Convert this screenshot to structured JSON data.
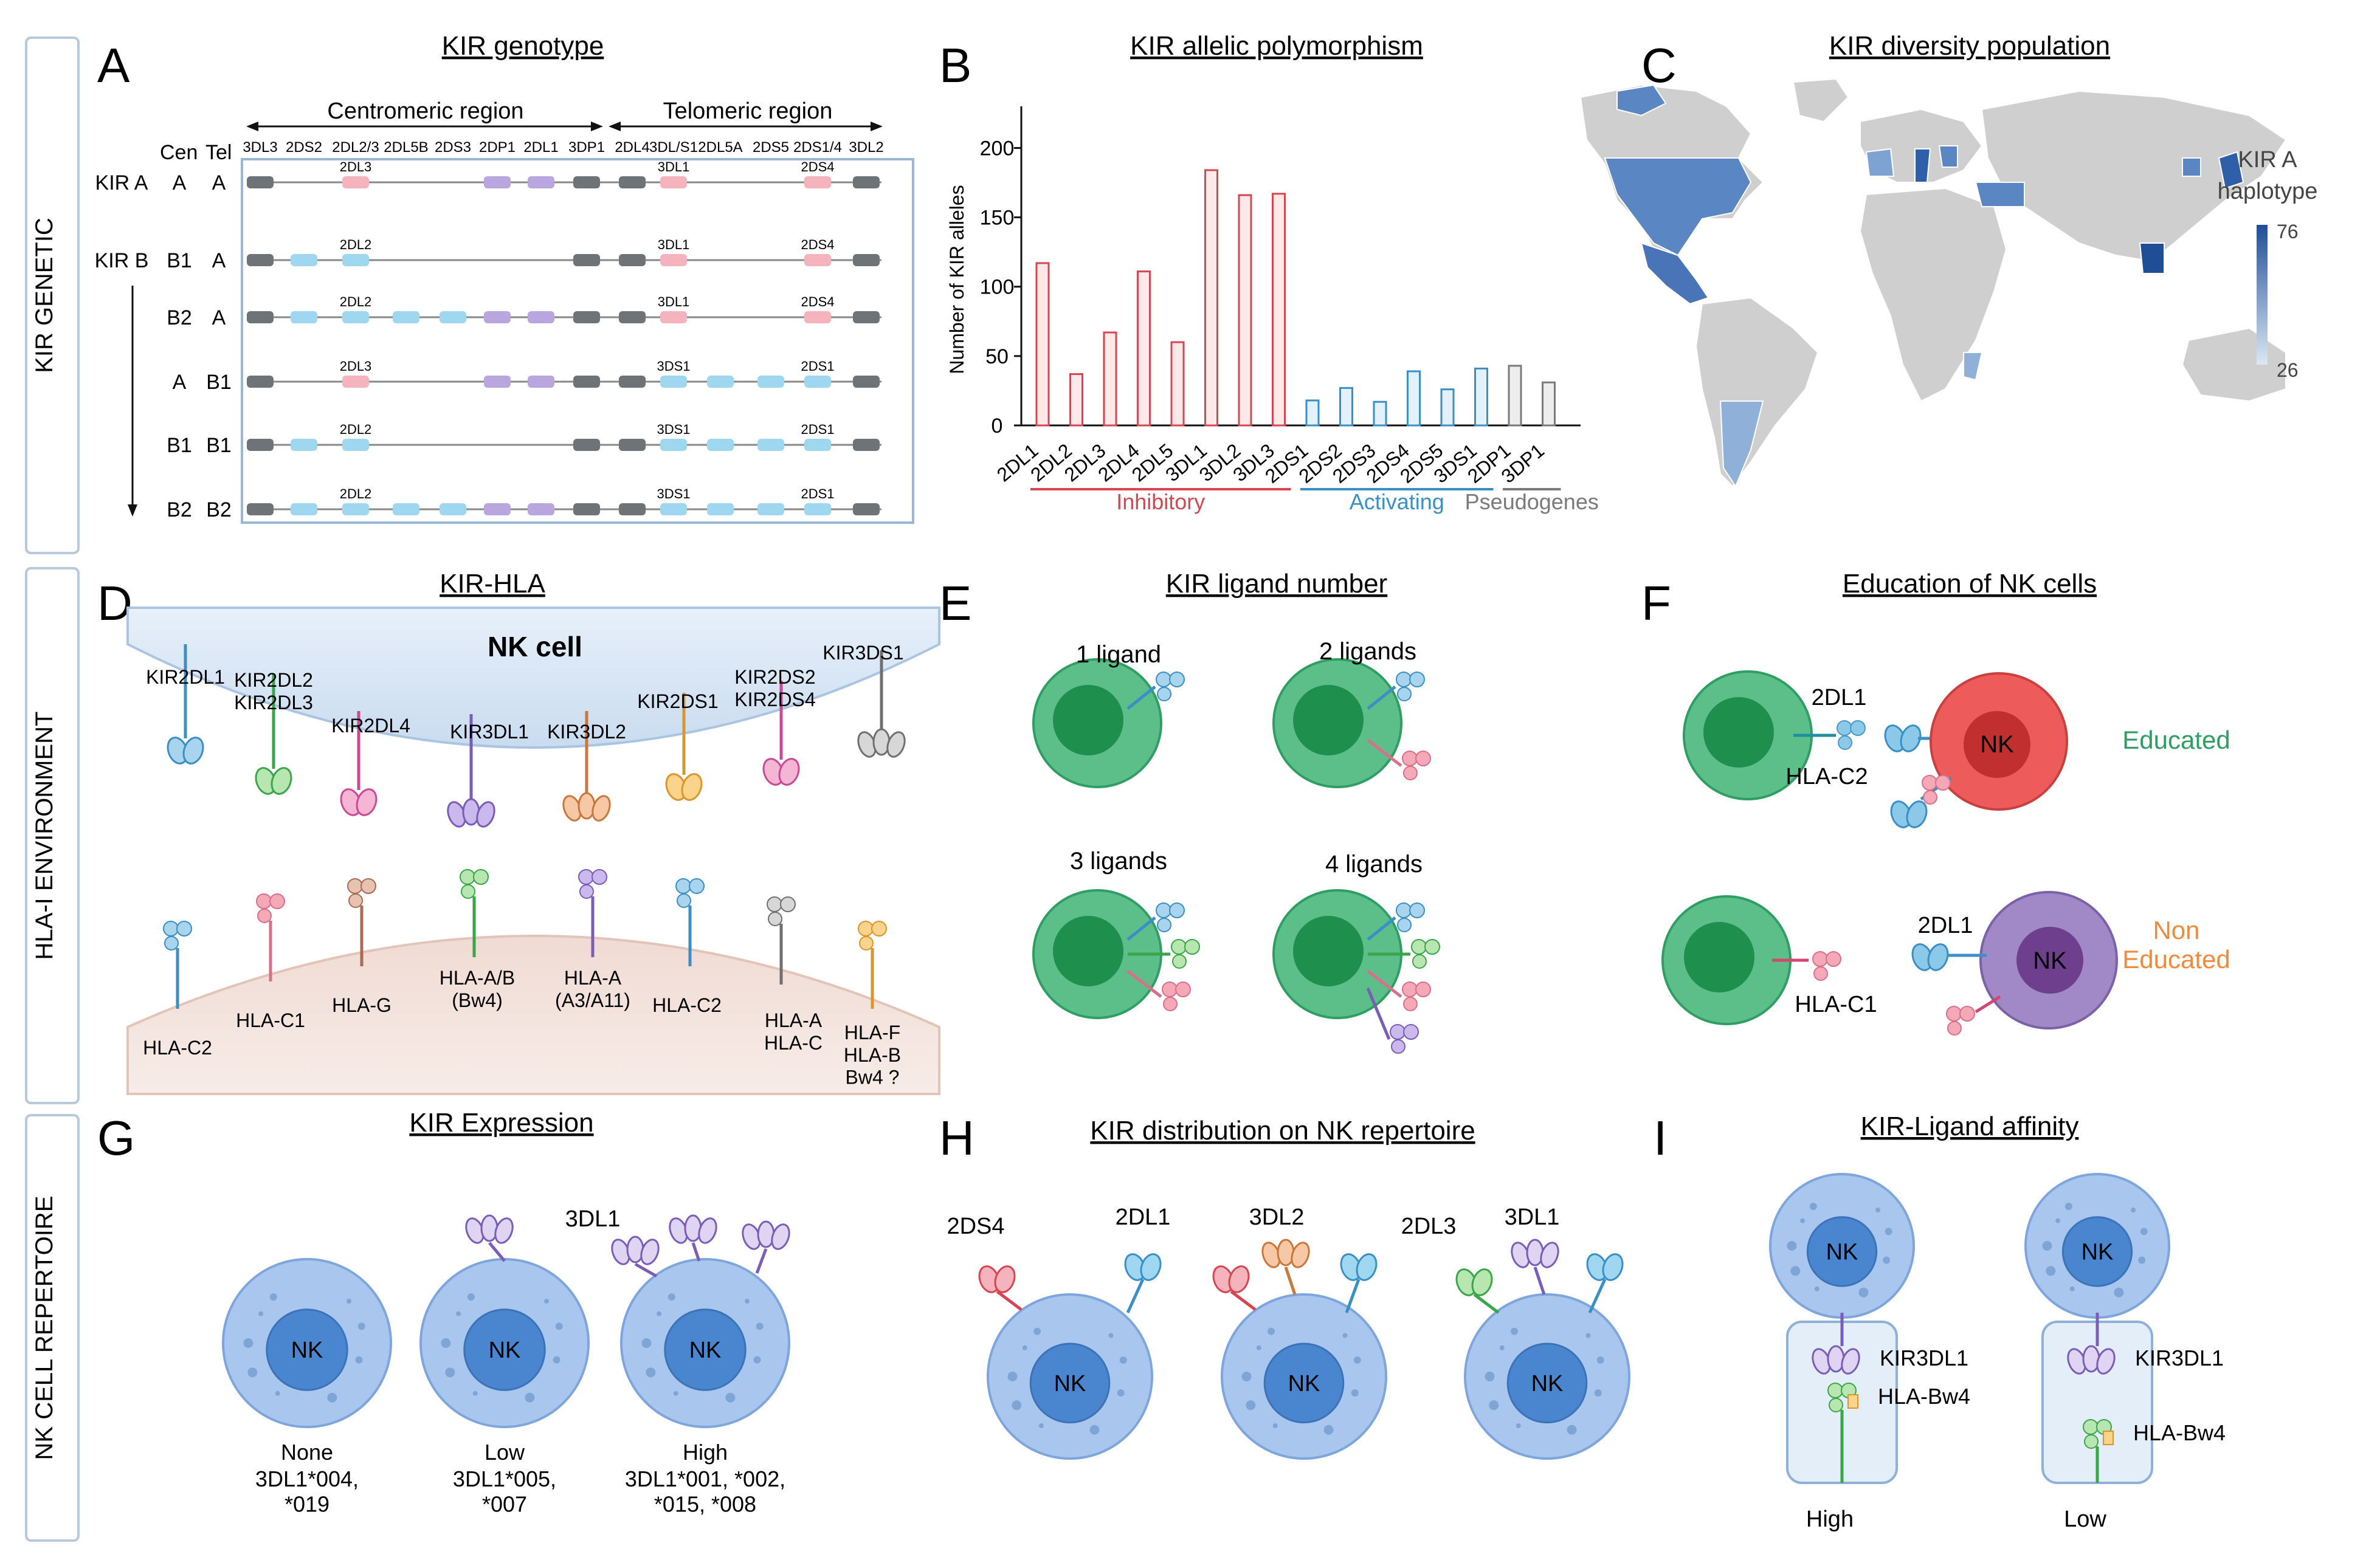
{
  "rows": [
    "KIR GENETIC",
    "HLA-I ENVIRONMENT",
    "NK CELL REPERTOIRE"
  ],
  "panels": {
    "A": {
      "letter": "A",
      "title": "KIR genotype"
    },
    "B": {
      "letter": "B",
      "title": "KIR allelic polymorphism"
    },
    "C": {
      "letter": "C",
      "title": "KIR diversity population"
    },
    "D": {
      "letter": "D",
      "title": "KIR-HLA"
    },
    "E": {
      "letter": "E",
      "title": "KIR ligand number"
    },
    "F": {
      "letter": "F",
      "title": "Education of NK cells"
    },
    "G": {
      "letter": "G",
      "title": "KIR Expression"
    },
    "H": {
      "letter": "H",
      "title": "KIR distribution on NK repertoire"
    },
    "I": {
      "letter": "I",
      "title": "KIR-Ligand affinity"
    }
  },
  "genotype": {
    "centromeric": "Centromeric region",
    "telomeric": "Telomeric region",
    "col_cen": "Cen",
    "col_tel": "Tel",
    "genes": [
      "3DL3",
      "2DS2",
      "2DL2/3",
      "2DL5B",
      "2DS3",
      "2DP1",
      "2DL1",
      "3DP1",
      "2DL4",
      "3DL/S1",
      "2DL5A",
      "2DS5",
      "2DS1/4",
      "3DL2"
    ],
    "haplotypes": [
      {
        "name": "KIR A",
        "cen": "A",
        "tel": "A",
        "labels": [
          "2DL3",
          "3DL1",
          "2DS4"
        ]
      },
      {
        "name": "KIR B",
        "cen": "B1",
        "tel": "A",
        "labels": [
          "2DL2",
          "3DL1",
          "2DS4"
        ]
      },
      {
        "name": "",
        "cen": "B2",
        "tel": "A",
        "labels": [
          "2DL2",
          "3DL1",
          "2DS4"
        ]
      },
      {
        "name": "",
        "cen": "A",
        "tel": "B1",
        "labels": [
          "2DL3",
          "3DS1",
          "2DS1"
        ]
      },
      {
        "name": "",
        "cen": "B1",
        "tel": "B1",
        "labels": [
          "2DL2",
          "3DS1",
          "2DS1"
        ]
      },
      {
        "name": "",
        "cen": "B2",
        "tel": "B2",
        "labels": [
          "2DL2",
          "3DS1",
          "2DS1"
        ]
      }
    ]
  },
  "chart_data": {
    "type": "bar",
    "ylabel": "Number of KIR alleles",
    "ylim": [
      0,
      230
    ],
    "yticks": [
      0,
      50,
      100,
      150,
      200
    ],
    "categories": [
      "2DL1",
      "2DL2",
      "2DL3",
      "2DL4",
      "2DL5",
      "3DL1",
      "3DL2",
      "3DL3",
      "2DS1",
      "2DS2",
      "2DS3",
      "2DS4",
      "2DS5",
      "3DS1",
      "2DP1",
      "3DP1"
    ],
    "values": [
      117,
      37,
      67,
      111,
      60,
      184,
      166,
      167,
      18,
      27,
      17,
      39,
      26,
      41,
      43,
      31
    ],
    "groups": [
      {
        "name": "Inhibitory",
        "start": 0,
        "end": 7,
        "color": "#d64550"
      },
      {
        "name": "Activating",
        "start": 8,
        "end": 13,
        "color": "#3a8fc7"
      },
      {
        "name": "Pseudogenes",
        "start": 14,
        "end": 15,
        "color": "#7a7a7a"
      }
    ]
  },
  "map": {
    "legend_title": "KIR A\nhaplotype",
    "legend_max": "76",
    "legend_min": "26"
  },
  "kirhla": {
    "nk_label": "NK cell",
    "receptors": [
      "KIR2DL1",
      "KIR2DL2\nKIR2DL3",
      "KIR2DL4",
      "KIR3DL1",
      "KIR3DL2",
      "KIR2DS1",
      "KIR2DS2\nKIR2DS4",
      "KIR3DS1"
    ],
    "ligands": [
      "HLA-C2",
      "HLA-C1",
      "HLA-G",
      "HLA-A/B\n(Bw4)",
      "HLA-A\n(A3/A11)",
      "HLA-C2",
      "HLA-A\nHLA-C",
      "HLA-F\nHLA-B\nBw4 ?"
    ]
  },
  "ligand_number": {
    "labels": [
      "1 ligand",
      "2 ligands",
      "3 ligands",
      "4 ligands"
    ]
  },
  "education": {
    "receptor": "2DL1",
    "ligand_top": "HLA-C2",
    "ligand_bottom": "HLA-C1",
    "nk": "NK",
    "educated": "Educated",
    "non_educated": "Non\nEducated"
  },
  "expression": {
    "nk": "NK",
    "receptor": "3DL1",
    "levels": [
      {
        "level": "None",
        "alleles": "3DL1*004,\n*019"
      },
      {
        "level": "Low",
        "alleles": "3DL1*005,\n*007"
      },
      {
        "level": "High",
        "alleles": "3DL1*001, *002,\n*015, *008"
      }
    ]
  },
  "repertoire": {
    "nk": "NK",
    "labels": [
      "2DS4",
      "2DL1",
      "3DL2",
      "2DL3",
      "3DL1"
    ]
  },
  "affinity": {
    "nk": "NK",
    "receptor": "KIR3DL1",
    "ligand": "HLA-Bw4",
    "high": "High",
    "low": "Low"
  }
}
